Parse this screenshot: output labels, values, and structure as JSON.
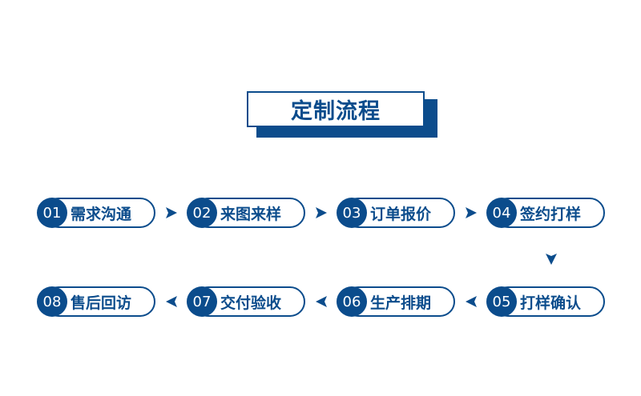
{
  "title": "定制流程",
  "colors": {
    "primary": "#0b4c8c",
    "background": "#ffffff"
  },
  "steps": [
    {
      "num": "01",
      "label": "需求沟通"
    },
    {
      "num": "02",
      "label": "来图来样"
    },
    {
      "num": "03",
      "label": "订单报价"
    },
    {
      "num": "04",
      "label": "签约打样"
    },
    {
      "num": "05",
      "label": "打样确认"
    },
    {
      "num": "06",
      "label": "生产排期"
    },
    {
      "num": "07",
      "label": "交付验收"
    },
    {
      "num": "08",
      "label": "售后回访"
    }
  ],
  "flow": {
    "arrows": [
      {
        "from": "01",
        "to": "02",
        "icon": "arrow-right-icon"
      },
      {
        "from": "02",
        "to": "03",
        "icon": "arrow-right-icon"
      },
      {
        "from": "03",
        "to": "04",
        "icon": "arrow-right-icon"
      },
      {
        "from": "04",
        "to": "05",
        "icon": "arrow-down-icon"
      },
      {
        "from": "05",
        "to": "06",
        "icon": "arrow-left-icon"
      },
      {
        "from": "06",
        "to": "07",
        "icon": "arrow-left-icon"
      },
      {
        "from": "07",
        "to": "08",
        "icon": "arrow-left-icon"
      }
    ]
  }
}
